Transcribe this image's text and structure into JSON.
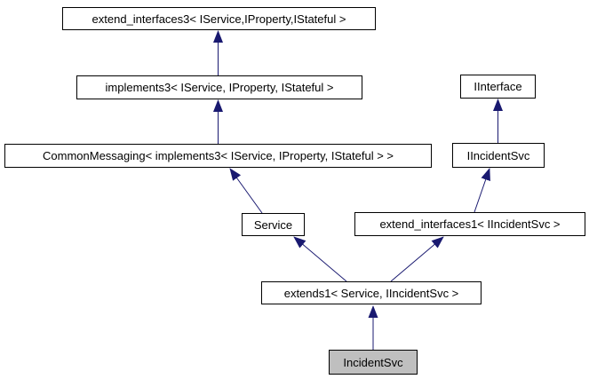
{
  "diagram": {
    "title": "IncidentSvc inheritance graph",
    "type": "doxygen-inheritance-diagram",
    "current_class": "IncidentSvc",
    "colors": {
      "background": "#ffffff",
      "node_fill": "#ffffff",
      "node_border": "#000000",
      "current_node_fill": "#bfbfbf",
      "edge": "#191970",
      "text": "#000000"
    },
    "nodes": [
      {
        "id": "extend_interfaces3",
        "label": "extend_interfaces3< IService,IProperty,IStateful >",
        "current": false
      },
      {
        "id": "implements3",
        "label": "implements3< IService, IProperty, IStateful >",
        "current": false
      },
      {
        "id": "CommonMessaging",
        "label": "CommonMessaging< implements3< IService, IProperty, IStateful > >",
        "current": false
      },
      {
        "id": "IInterface",
        "label": "IInterface",
        "current": false
      },
      {
        "id": "IIncidentSvc",
        "label": "IIncidentSvc",
        "current": false
      },
      {
        "id": "Service",
        "label": "Service",
        "current": false
      },
      {
        "id": "extend_interfaces1",
        "label": "extend_interfaces1< IIncidentSvc >",
        "current": false
      },
      {
        "id": "extends1",
        "label": "extends1< Service, IIncidentSvc >",
        "current": false
      },
      {
        "id": "IncidentSvc",
        "label": "IncidentSvc",
        "current": true
      }
    ],
    "edges": [
      {
        "from": "implements3",
        "to": "extend_interfaces3",
        "relation": "inherits"
      },
      {
        "from": "CommonMessaging",
        "to": "implements3",
        "relation": "inherits"
      },
      {
        "from": "Service",
        "to": "CommonMessaging",
        "relation": "inherits"
      },
      {
        "from": "IIncidentSvc",
        "to": "IInterface",
        "relation": "inherits"
      },
      {
        "from": "extend_interfaces1",
        "to": "IIncidentSvc",
        "relation": "inherits"
      },
      {
        "from": "extends1",
        "to": "Service",
        "relation": "inherits"
      },
      {
        "from": "extends1",
        "to": "extend_interfaces1",
        "relation": "inherits"
      },
      {
        "from": "IncidentSvc",
        "to": "extends1",
        "relation": "inherits"
      }
    ]
  }
}
